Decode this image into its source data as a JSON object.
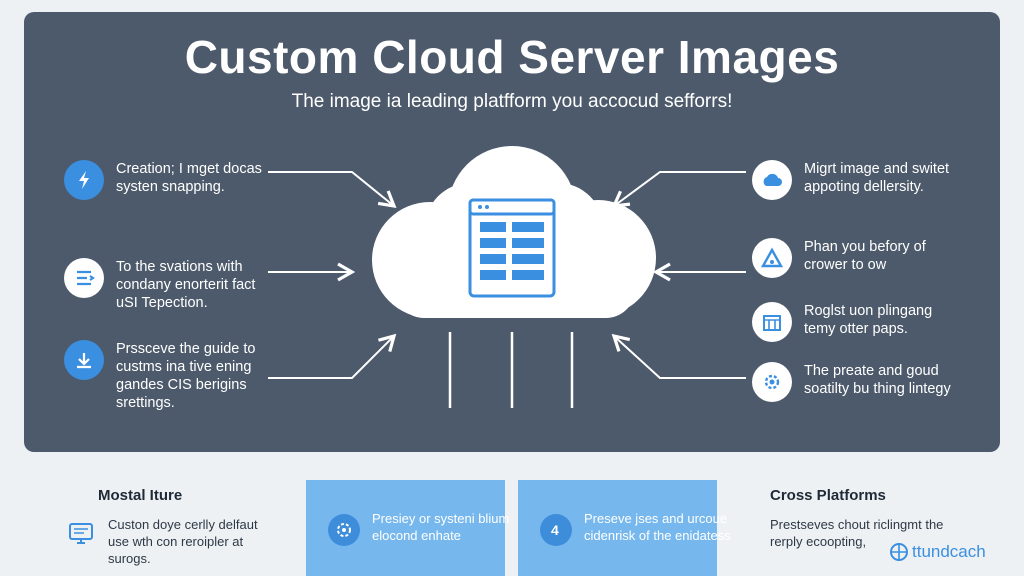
{
  "header": {
    "title": "Custom Cloud Server Images",
    "subtitle": "The image ia leading platfform you accocud sefforrs!"
  },
  "features_left": [
    {
      "text": "Creation; I mget docas systen snapping.",
      "icon": "lightning-icon"
    },
    {
      "text": "To the svations with condany enorterit fact uSI Tepection.",
      "icon": "code-icon"
    },
    {
      "text": "Prssceve the guide to custms ina tive ening gandes CIS berigins srettings.",
      "icon": "download-icon"
    }
  ],
  "features_right": [
    {
      "text": "Migrt image and switet appoting dellersity.",
      "icon": "cloud-icon"
    },
    {
      "text": "Phan you befory of crower to ow",
      "icon": "warning-icon"
    },
    {
      "text": "Roglst uon plingang temy otter paps.",
      "icon": "calendar-icon"
    },
    {
      "text": "The preate and goud soatilty bu thing lintegy",
      "icon": "gear-icon"
    }
  ],
  "bottom": {
    "left_heading": "Mostal Iture",
    "left_text": "Custon doye cerlly delfaut use wth con reroipler at surogs.",
    "card1_text": "Presiey or systeni blium elocond enhate",
    "card2_text": "Preseve jses and urcoue cidenrisk of the enidatess",
    "right_heading": "Cross Platforms",
    "right_text": "Prestseves chout riclingmt the rerply ecoopting,",
    "brand": "ttundcach"
  },
  "colors": {
    "panel": "#4d5a6b",
    "accent": "#3b8fe0",
    "card": "#76b8ee"
  }
}
